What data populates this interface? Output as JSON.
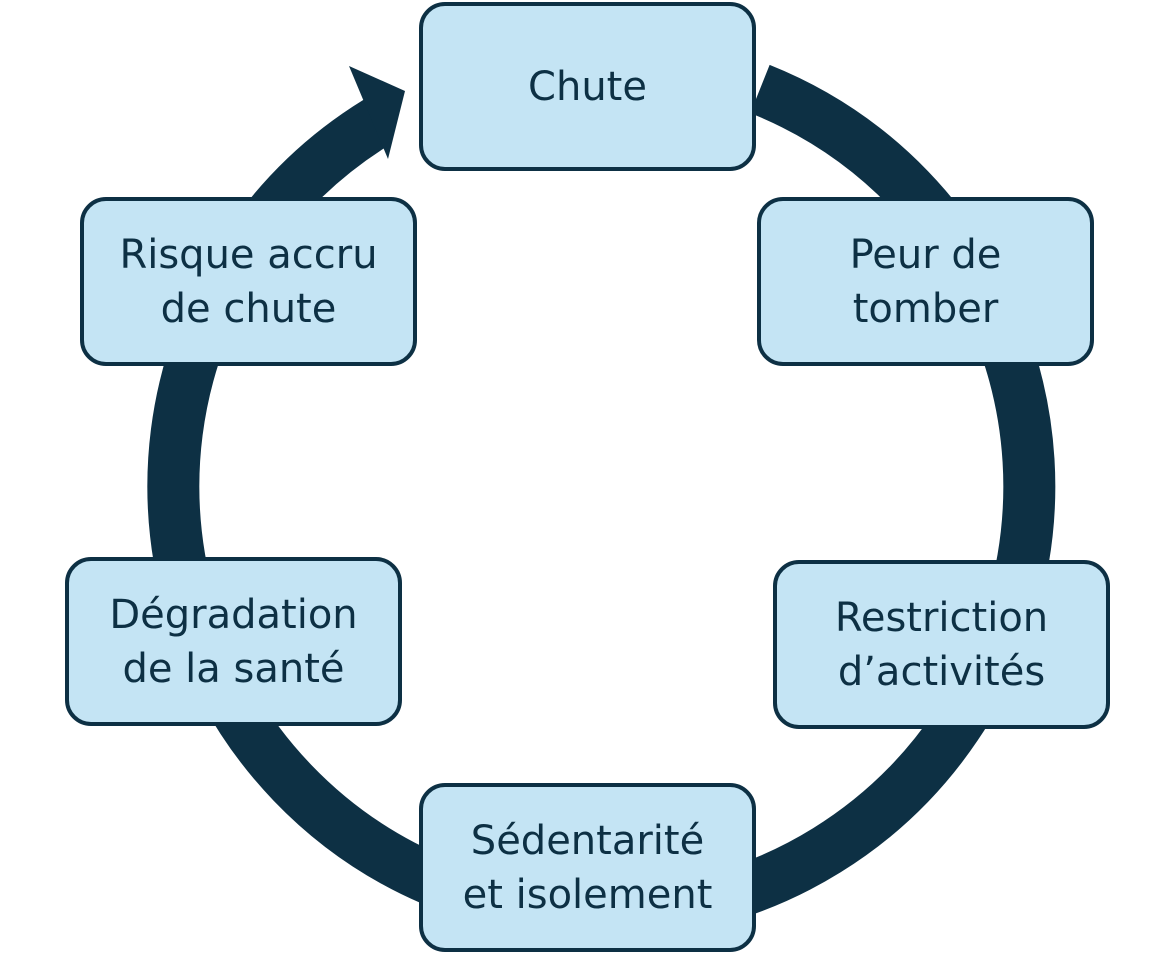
{
  "diagram": {
    "type": "cycle",
    "colors": {
      "ring": "#0d3044",
      "box_fill": "#c4e4f4",
      "box_border": "#0d3044",
      "text": "#0d3044"
    },
    "nodes": [
      {
        "id": "chute",
        "lines": [
          "Chute"
        ]
      },
      {
        "id": "peur",
        "lines": [
          "Peur de",
          "tomber"
        ]
      },
      {
        "id": "restriction",
        "lines": [
          "Restriction",
          "d’activités"
        ]
      },
      {
        "id": "sedentarite",
        "lines": [
          "Sédentarité",
          "et isolement"
        ]
      },
      {
        "id": "degradation",
        "lines": [
          "Dégradation",
          "de la santé"
        ]
      },
      {
        "id": "risque",
        "lines": [
          "Risque accru",
          "de chute"
        ]
      }
    ]
  }
}
